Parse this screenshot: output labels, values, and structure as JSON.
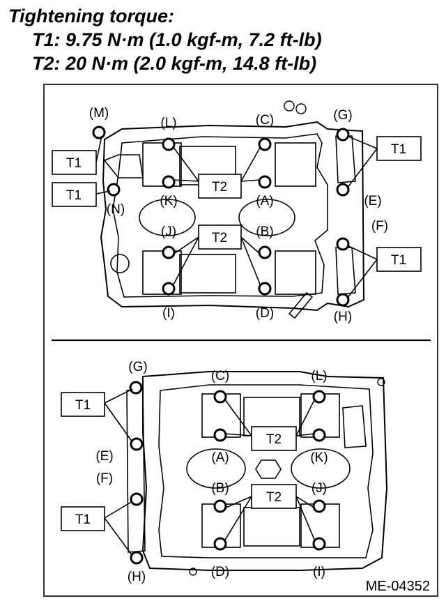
{
  "heading": {
    "title": "Tightening torque:",
    "t1": "T1: 9.75 N·m (1.0 kgf-m, 7.2 ft-lb)",
    "t2": "T2: 20 N·m (2.0 kgf-m, 14.8 ft-lb)"
  },
  "top_view": {
    "bolt_labels": [
      "(M)",
      "(L)",
      "(C)",
      "(G)",
      "(E)",
      "(N)",
      "(K)",
      "(A)",
      "(F)",
      "(J)",
      "(B)",
      "(I)",
      "(D)",
      "(H)"
    ],
    "boxes": [
      "T1",
      "T1",
      "T1",
      "T1",
      "T2",
      "T2"
    ]
  },
  "bottom_view": {
    "bolt_labels": [
      "(G)",
      "(C)",
      "(L)",
      "(E)",
      "(A)",
      "(K)",
      "(F)",
      "(B)",
      "(J)",
      "(H)",
      "(D)",
      "(I)"
    ],
    "boxes": [
      "T1",
      "T1",
      "T2",
      "T2"
    ]
  },
  "figure_code": "ME-04352",
  "colors": {
    "line": "#000000",
    "background": "#ffffff"
  }
}
